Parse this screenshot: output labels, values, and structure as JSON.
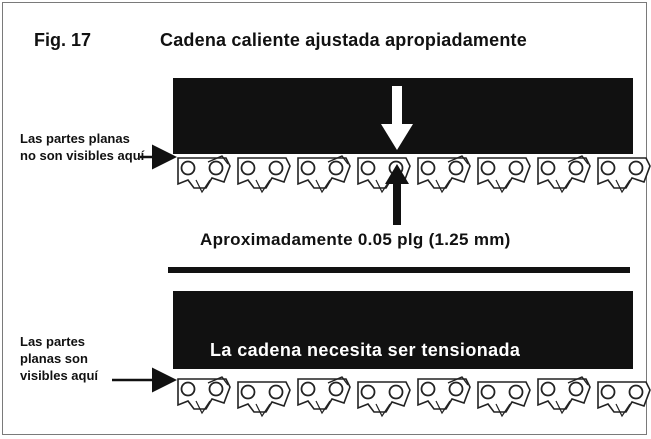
{
  "figure": {
    "label": "Fig. 17",
    "title": "Cadena caliente ajustada apropiadamente"
  },
  "top_panel": {
    "side_note": "Las partes planas no son visibles aquí",
    "measurement": "Aproximadamente 0.05 plg (1.25 mm)"
  },
  "bottom_panel": {
    "side_note": "Las partes planas son visibles aquí",
    "bar_text": "La cadena necesita ser tensionada"
  },
  "colors": {
    "bar": "#111111",
    "outline": "#222222",
    "background": "#ffffff"
  }
}
